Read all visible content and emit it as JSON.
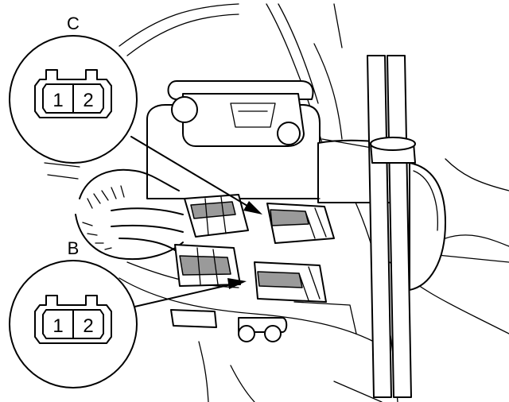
{
  "callouts": [
    {
      "letter": "C",
      "pins": [
        "1",
        "2"
      ]
    },
    {
      "letter": "B",
      "pins": [
        "1",
        "2"
      ]
    }
  ],
  "colors": {
    "line": "#000000",
    "background": "#ffffff",
    "shade": "#9a9a9a"
  }
}
